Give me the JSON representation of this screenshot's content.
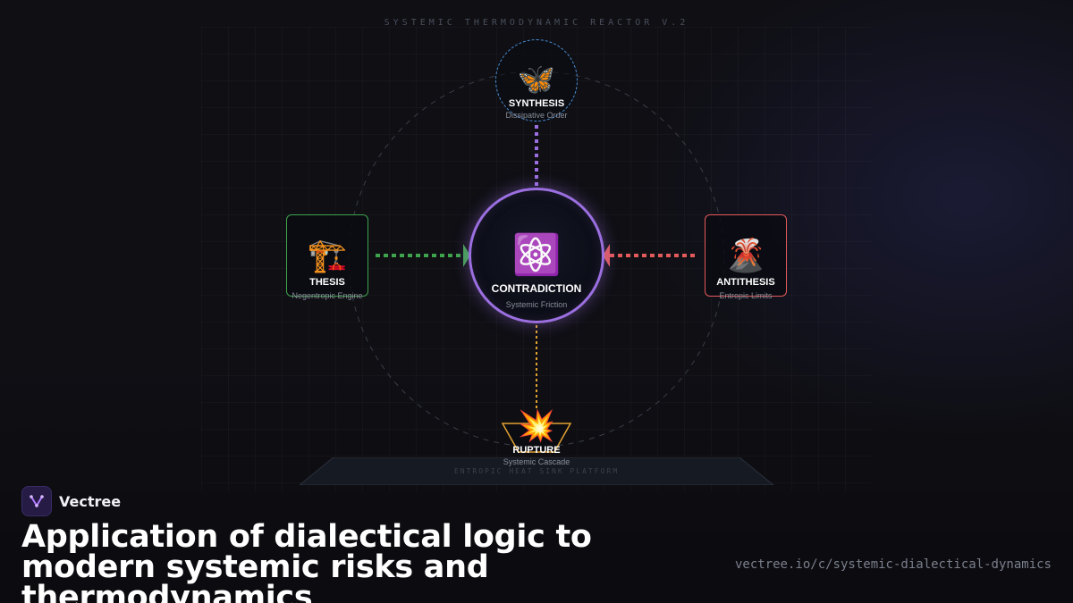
{
  "diagram": {
    "header": "SYSTEMIC THERMODYNAMIC REACTOR V.2",
    "platform_label": "ENTROPIC HEAT SINK PLATFORM",
    "nodes": {
      "synthesis": {
        "icon": "butterfly-icon",
        "emoji": "🦋",
        "title": "SYNTHESIS",
        "subtitle": "Dissipative Order"
      },
      "thesis": {
        "icon": "crane-icon",
        "emoji": "🏗️",
        "title": "THESIS",
        "subtitle": "Negentropic Engine"
      },
      "contradiction": {
        "icon": "atom-icon",
        "emoji": "⚛️",
        "title": "CONTRADICTION",
        "subtitle": "Systemic Friction"
      },
      "antithesis": {
        "icon": "volcano-icon",
        "emoji": "🌋",
        "title": "ANTITHESIS",
        "subtitle": "Entropic Limits"
      },
      "rupture": {
        "icon": "explosion-icon",
        "emoji": "💥",
        "title": "RUPTURE",
        "subtitle": "Systemic Cascade"
      }
    },
    "colors": {
      "thesis": "#3fa34d",
      "antithesis": "#e35a5a",
      "synthesis": "#4a90d9",
      "contradiction": "#9b6fe0",
      "rupture": "#e0a030"
    }
  },
  "brand": {
    "name": "Vectree",
    "logo_icon": "vectree-logo-icon"
  },
  "headline": "Application of dialectical logic to modern systemic risks and thermodynamics",
  "url": "vectree.io/c/systemic-dialectical-dynamics"
}
